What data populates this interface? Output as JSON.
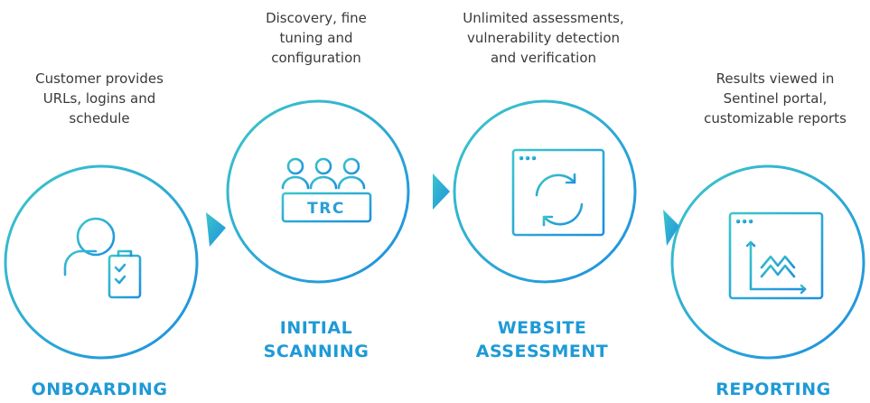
{
  "steps": [
    {
      "title": "ONBOARDING",
      "description": "Customer provides\nURLs, logins and\nschedule",
      "icon": "user-clipboard-icon"
    },
    {
      "title": "INITIAL\nSCANNING",
      "description": "Discovery, fine\ntuning and\nconfiguration",
      "icon": "team-icon",
      "badge": "TRC"
    },
    {
      "title": "WEBSITE\nASSESSMENT",
      "description": "Unlimited assessments,\nvulnerability detection\nand verification",
      "icon": "browser-refresh-icon"
    },
    {
      "title": "REPORTING",
      "description": "Results viewed in\nSentinel portal,\ncustomizable reports",
      "icon": "browser-chart-icon"
    }
  ],
  "colors": {
    "gradient_start": "#3cc6c9",
    "gradient_end": "#1e8fe0",
    "title": "#1e9ad6",
    "text": "#3a3a3a"
  }
}
